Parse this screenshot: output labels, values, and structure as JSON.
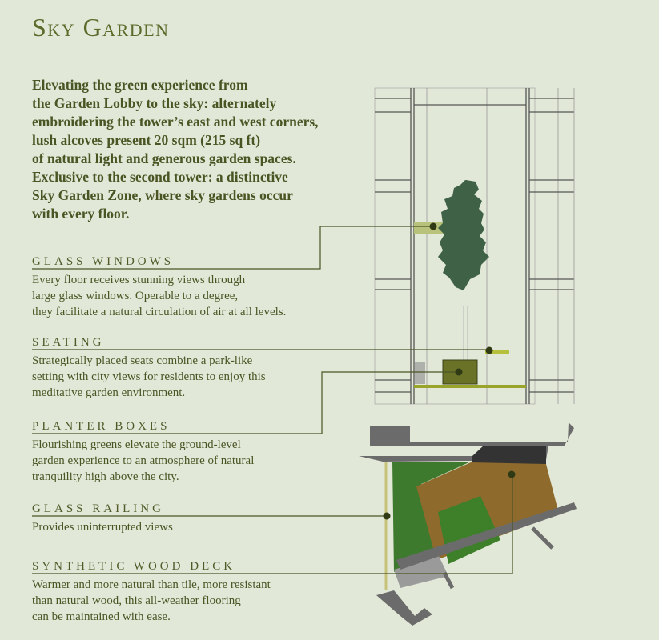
{
  "title": "Sky Garden",
  "intro": "Elevating the green experience from\nthe Garden Lobby to the sky: alternately\nembroidering the tower’s east and west corners,\nlush alcoves present 20 sqm (215 sq ft)\nof natural light and generous garden spaces.\nExclusive to the second tower: a distinctive\nSky Garden Zone, where sky gardens occur\nwith every floor.",
  "features": [
    {
      "heading": "GLASS WINDOWS",
      "body": "Every floor receives stunning views through\nlarge glass windows. Operable to a degree,\nthey facilitate a natural circulation of air at all levels."
    },
    {
      "heading": "SEATING",
      "body": "Strategically placed seats combine a park-like\nsetting with city views for residents to enjoy this\nmeditative garden environment."
    },
    {
      "heading": "PLANTER BOXES",
      "body": "Flourishing greens elevate the ground-level\ngarden experience to an atmosphere of natural\ntranquility high above the city."
    },
    {
      "heading": "GLASS RAILING",
      "body": "Provides uninterrupted views"
    },
    {
      "heading": "SYNTHETIC WOOD DECK",
      "body": "Warmer and more natural than tile, more resistant\nthan natural wood, this all-weather flooring\ncan be maintained with ease."
    }
  ],
  "colors": {
    "background": "#e2e8d8",
    "text": "#4a5524",
    "tree": "#3f6146",
    "deck": "#8a6a2e",
    "wall": "#6b6b6b"
  }
}
